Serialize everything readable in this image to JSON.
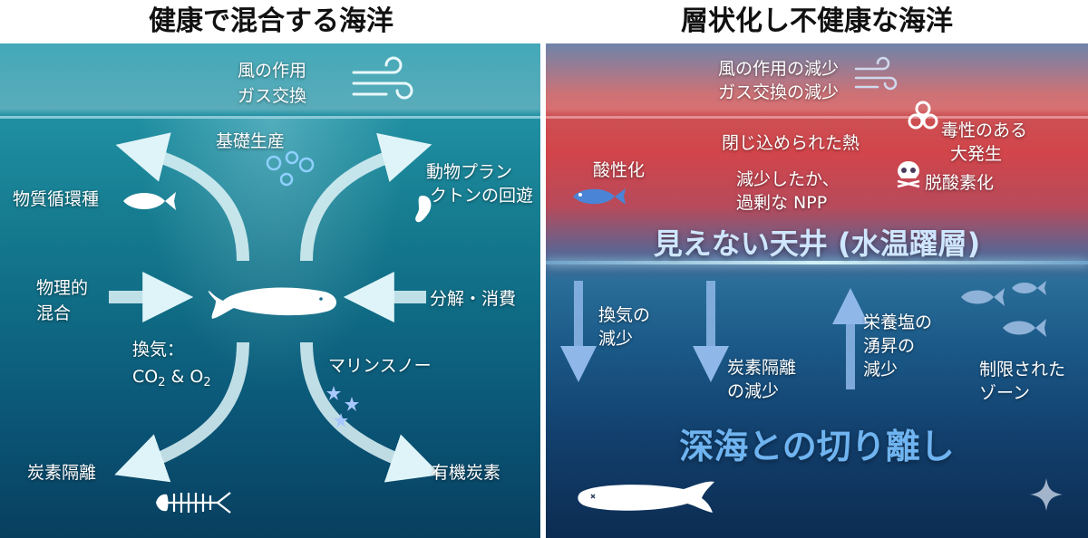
{
  "left": {
    "title": "健康で混合する海洋",
    "labels": {
      "wind": "風の作用",
      "gas_exchange": "ガス交換",
      "primary_production": "基礎生産",
      "nutrient_cycling": "物質循環種",
      "zooplankton_migration_line1": "動物プラン",
      "zooplankton_migration_line2": "クトンの回遊",
      "physical_mixing_line1": "物理的",
      "physical_mixing_line2": "混合",
      "decomposition": "分解・消費",
      "ventilation_title": "換気：",
      "co2_main": "CO",
      "co2_sub": "2",
      "amp": " & O",
      "o2_sub": "2",
      "marine_snow": "マリンスノー",
      "carbon_sequestration": "炭素隔離",
      "organic_carbon": "有機炭素"
    },
    "colors": {
      "arrow": "#dff4f8"
    }
  },
  "right": {
    "title": "層状化し不健康な海洋",
    "labels": {
      "reduced_wind": "風の作用の減少",
      "reduced_gas_exchange": "ガス交換の減少",
      "trapped_heat": "閉じ込められた熱",
      "toxic_bloom_line1": "毒性のある",
      "toxic_bloom_line2": "大発生",
      "acidification": "酸性化",
      "npp_line1": "減少したか、",
      "npp_line2": "過剰な NPP",
      "deoxygenation": "脱酸素化",
      "invisible_ceiling": "見えない天井 (水温躍層)",
      "reduced_ventilation_line1": "換気の",
      "reduced_ventilation_line2": "減少",
      "reduced_sequestration_line1": "炭素隔離",
      "reduced_sequestration_line2": "の減少",
      "reduced_upwelling_line1": "栄養塩の",
      "reduced_upwelling_line2": "湧昇の",
      "reduced_upwelling_line3": "減少",
      "limited_zone_line1": "制限された",
      "limited_zone_line2": "ゾーン",
      "deep_disconnection": "深海との切り離し"
    },
    "colors": {
      "arrow": "#8fb8e8",
      "heat": "#d2454a",
      "thermocline": "#dff6ff"
    }
  }
}
